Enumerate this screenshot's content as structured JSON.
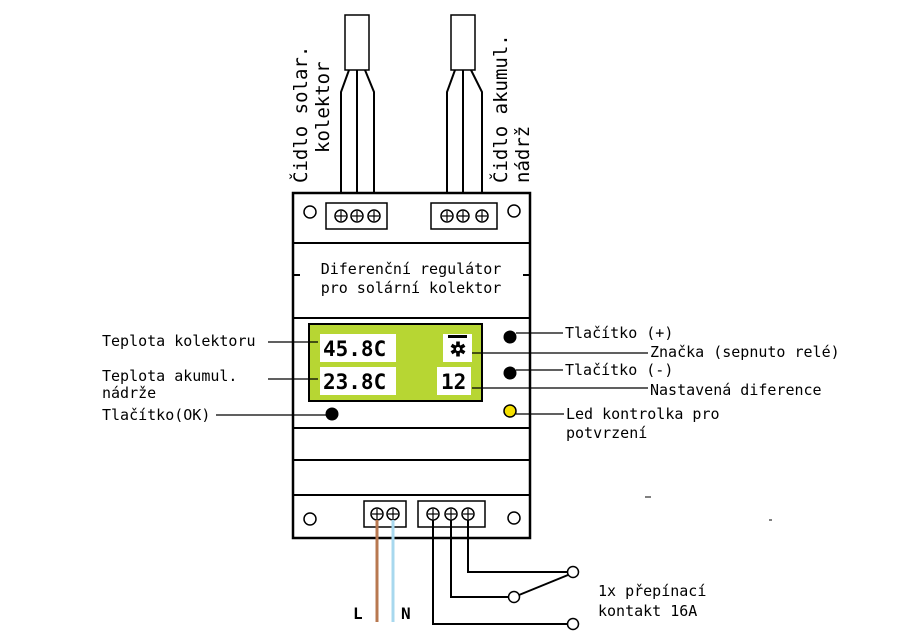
{
  "sensors": {
    "collector_line1": "Čidlo solar.",
    "collector_line2": "kolektor",
    "tank_line1": "Čidlo akumul.",
    "tank_line2": "nádrž"
  },
  "device": {
    "title_line1": "Diferenční regulátor",
    "title_line2": "pro solární kolektor"
  },
  "display": {
    "collector_temp": "45.8C",
    "tank_temp": "23.8C",
    "difference": "12",
    "lcd_color": "#b7d633"
  },
  "labels": {
    "collector_temp": "Teplota kolektoru",
    "tank_temp_line1": "Teplota akumul.",
    "tank_temp_line2": "nádrže",
    "ok_button": "Tlačítko(OK)",
    "plus_button": "Tlačítko (+)",
    "relay_mark": "Značka (sepnuto relé)",
    "minus_button": "Tlačítko (-)",
    "difference": "Nastavená diference",
    "led_line1": "Led kontrolka pro",
    "led_line2": "potvrzení",
    "contact_line1": "1x přepínací",
    "contact_line2": "kontakt 16A"
  },
  "power": {
    "live": "L",
    "neutral": "N",
    "live_color": "#b87850",
    "neutral_color": "#a8d8ee"
  },
  "led_color": "#f5e000"
}
